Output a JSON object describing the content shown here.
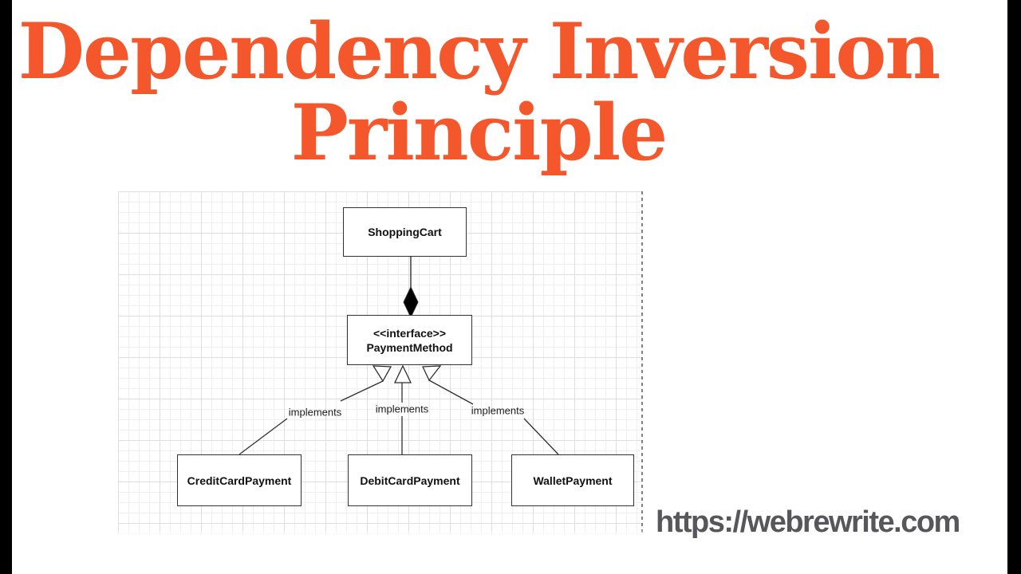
{
  "title": {
    "line1": "Dependency Inversion",
    "line2": "Principle"
  },
  "watermark": {
    "text": "https://webrewrite.com"
  },
  "colors": {
    "title_orange": "#F4572B",
    "watermark_gray": "#57575B",
    "node_border": "#333333",
    "grid_minor": "#EFEFEF",
    "grid_major": "#DEDEDE"
  },
  "diagram": {
    "type": "uml-class-diagram",
    "nodes": [
      {
        "id": "shopping-cart",
        "label": "ShoppingCart"
      },
      {
        "id": "payment-method",
        "stereotype": "<<interface>>",
        "label": "PaymentMethod"
      },
      {
        "id": "credit-card-payment",
        "label": "CreditCardPayment"
      },
      {
        "id": "debit-card-payment",
        "label": "DebitCardPayment"
      },
      {
        "id": "wallet-payment",
        "label": "WalletPayment"
      }
    ],
    "edges": [
      {
        "from": "ShoppingCart",
        "to": "PaymentMethod",
        "type": "composition",
        "label": ""
      },
      {
        "from": "CreditCardPayment",
        "to": "PaymentMethod",
        "type": "realization",
        "label": "implements"
      },
      {
        "from": "DebitCardPayment",
        "to": "PaymentMethod",
        "type": "realization",
        "label": "implements"
      },
      {
        "from": "WalletPayment",
        "to": "PaymentMethod",
        "type": "realization",
        "label": "implements"
      }
    ]
  }
}
